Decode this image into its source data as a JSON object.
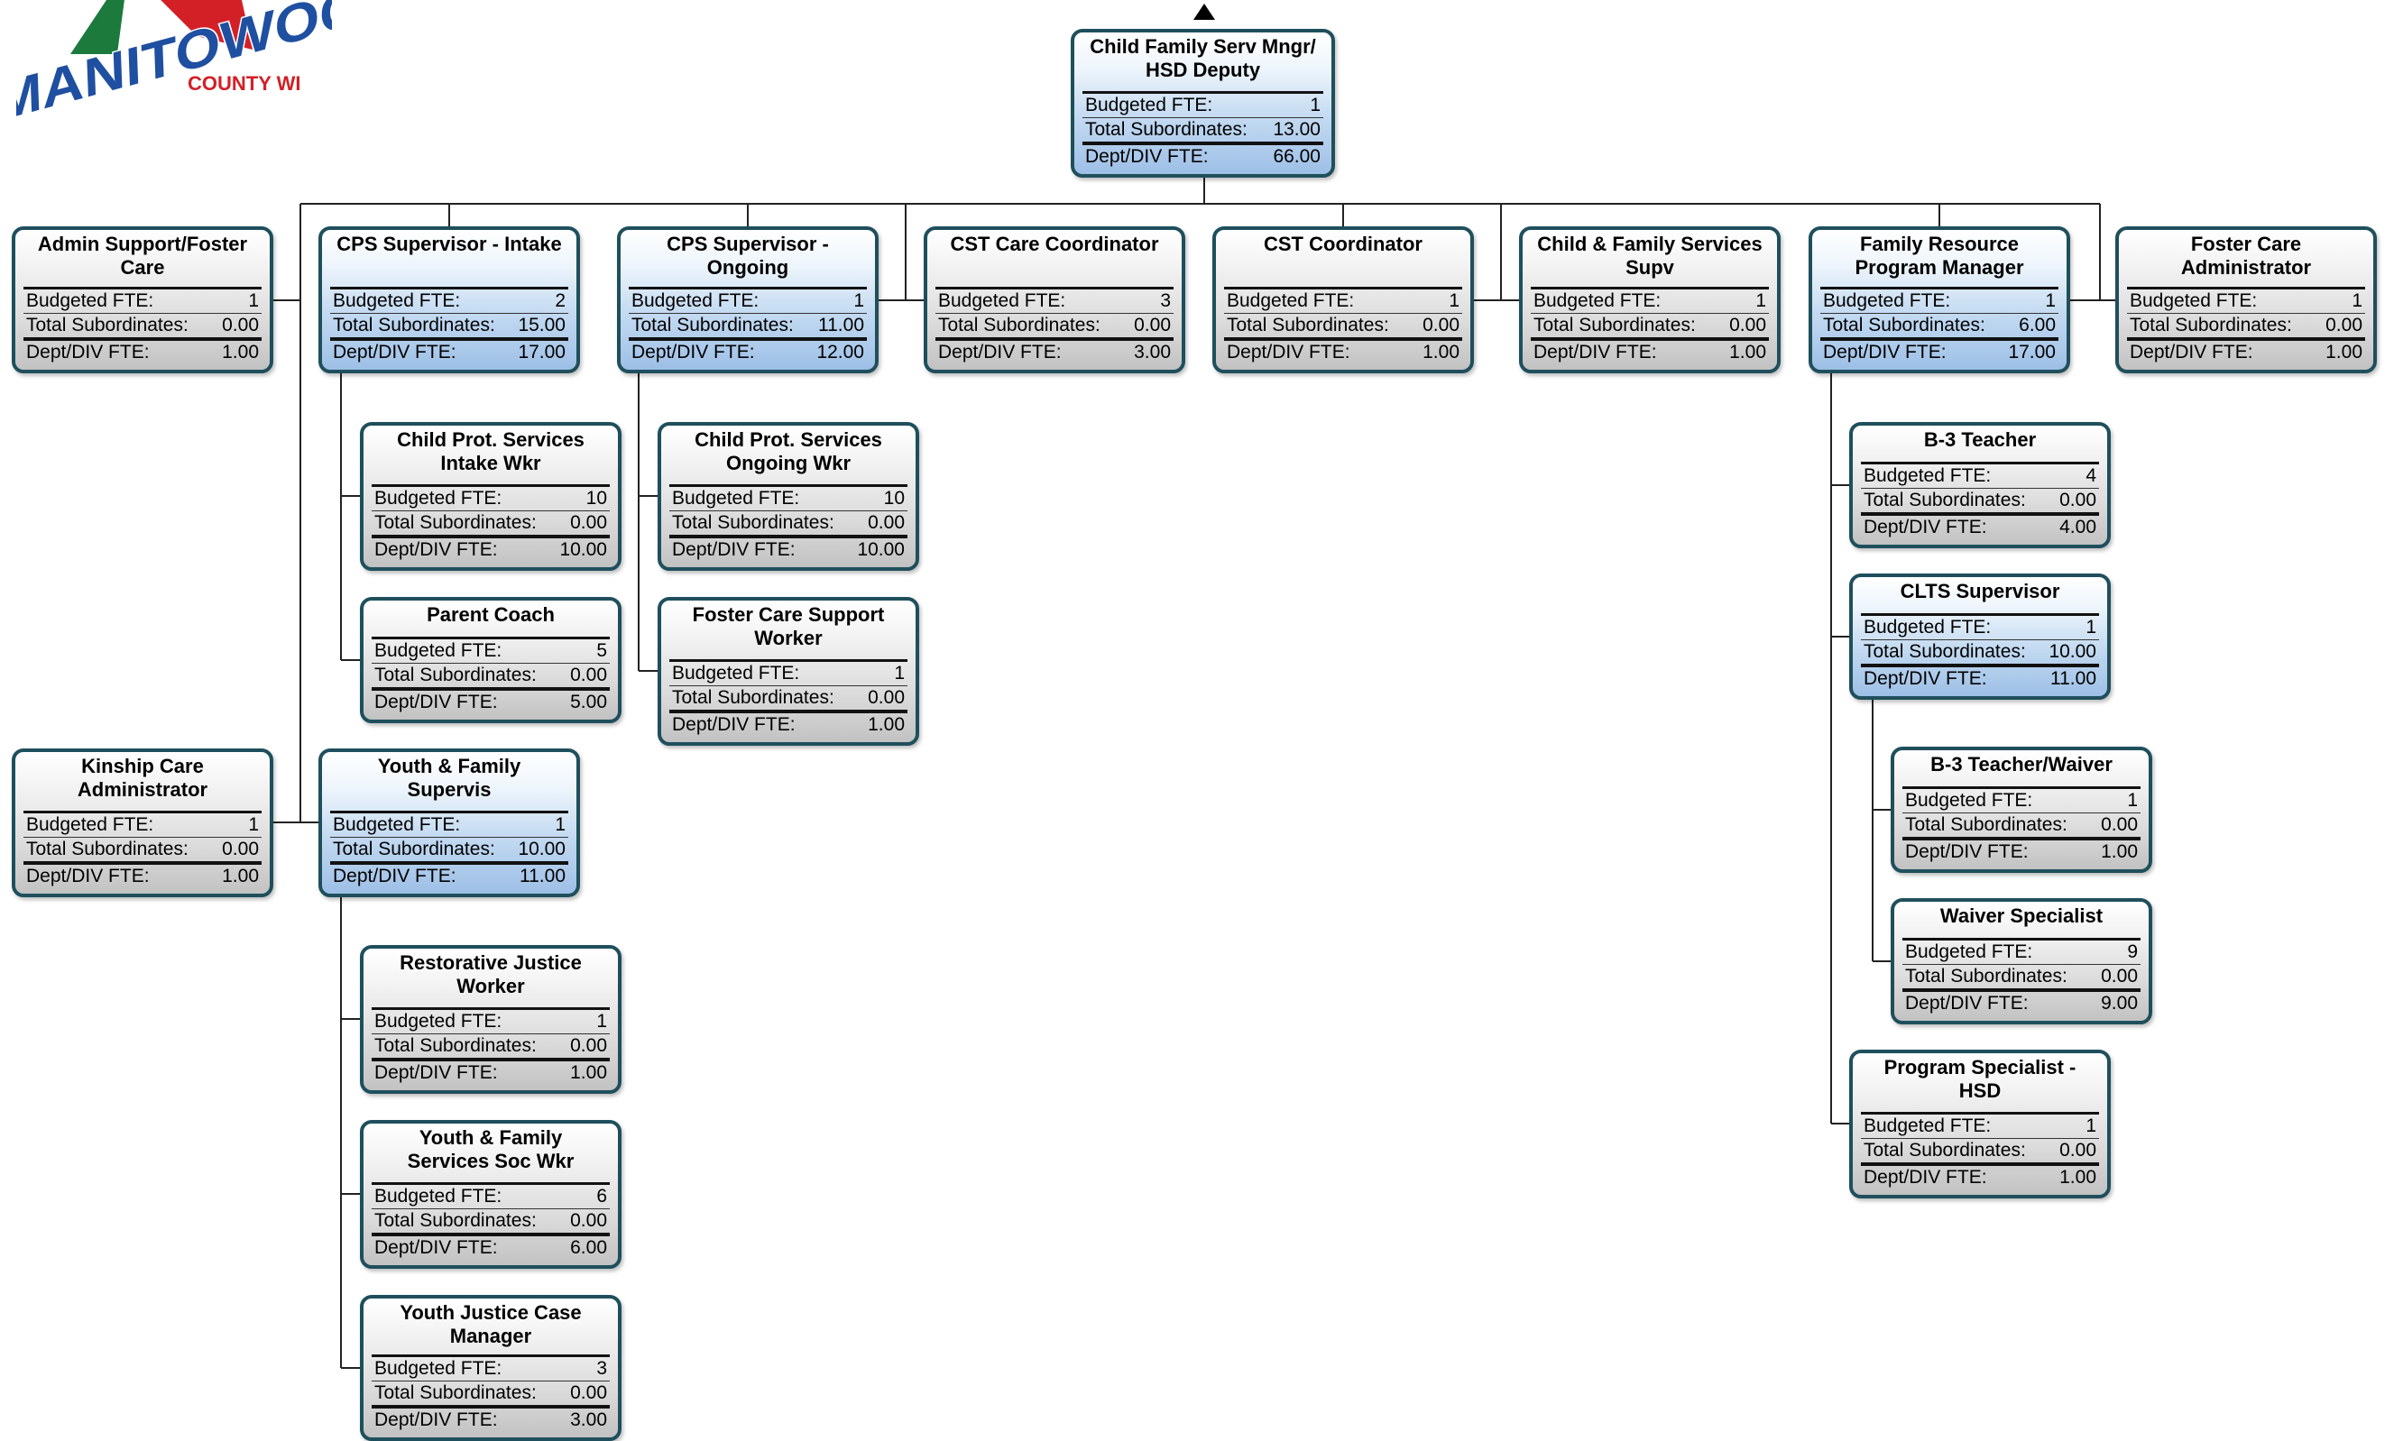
{
  "logo": {
    "name": "MANITOWOC",
    "subtitle": "COUNTY WI"
  },
  "labels": {
    "budgeted": "Budgeted FTE:",
    "subordinates": "Total Subordinates:",
    "dept": "Dept/DIV FTE:"
  },
  "colors": {
    "border": "#1f4f5c",
    "supervisor_fill": "#9dbfe6",
    "staff_fill": "#c2c2c2",
    "logo_red": "#d32027",
    "logo_green": "#1b7a3c",
    "logo_blue": "#1f4fa0"
  },
  "nodes": [
    {
      "id": "root",
      "title": "Child Family Serv Mngr/\nHSD Deputy",
      "budgeted": "1",
      "subordinates": "13.00",
      "dept": "66.00",
      "style": "blue"
    },
    {
      "id": "admin-support",
      "title": "Admin Support/Foster\nCare",
      "budgeted": "1",
      "subordinates": "0.00",
      "dept": "1.00",
      "style": "gray"
    },
    {
      "id": "cps-intake",
      "title": "CPS Supervisor - Intake",
      "budgeted": "2",
      "subordinates": "15.00",
      "dept": "17.00",
      "style": "blue"
    },
    {
      "id": "cps-ongoing",
      "title": "CPS Supervisor -\nOngoing",
      "budgeted": "1",
      "subordinates": "11.00",
      "dept": "12.00",
      "style": "blue"
    },
    {
      "id": "cst-care-coord",
      "title": "CST Care Coordinator",
      "budgeted": "3",
      "subordinates": "0.00",
      "dept": "3.00",
      "style": "gray"
    },
    {
      "id": "cst-coord",
      "title": "CST Coordinator",
      "budgeted": "1",
      "subordinates": "0.00",
      "dept": "1.00",
      "style": "gray"
    },
    {
      "id": "cfs-supv",
      "title": "Child & Family Services\nSupv",
      "budgeted": "1",
      "subordinates": "0.00",
      "dept": "1.00",
      "style": "gray"
    },
    {
      "id": "frpm",
      "title": "Family Resource\nProgram Manager",
      "budgeted": "1",
      "subordinates": "6.00",
      "dept": "17.00",
      "style": "blue"
    },
    {
      "id": "foster-admin",
      "title": "Foster Care\nAdministrator",
      "budgeted": "1",
      "subordinates": "0.00",
      "dept": "1.00",
      "style": "gray"
    },
    {
      "id": "cps-intake-wkr",
      "title": "Child Prot. Services\nIntake Wkr",
      "budgeted": "10",
      "subordinates": "0.00",
      "dept": "10.00",
      "style": "gray"
    },
    {
      "id": "parent-coach",
      "title": "Parent Coach",
      "budgeted": "5",
      "subordinates": "0.00",
      "dept": "5.00",
      "style": "gray"
    },
    {
      "id": "cps-ongoing-wkr",
      "title": "Child Prot. Services\nOngoing Wkr",
      "budgeted": "10",
      "subordinates": "0.00",
      "dept": "10.00",
      "style": "gray"
    },
    {
      "id": "foster-support",
      "title": "Foster Care Support\nWorker",
      "budgeted": "1",
      "subordinates": "0.00",
      "dept": "1.00",
      "style": "gray"
    },
    {
      "id": "kinship-admin",
      "title": "Kinship Care\nAdministrator",
      "budgeted": "1",
      "subordinates": "0.00",
      "dept": "1.00",
      "style": "gray"
    },
    {
      "id": "yf-supervis",
      "title": "Youth & Family\nSupervis",
      "budgeted": "1",
      "subordinates": "10.00",
      "dept": "11.00",
      "style": "blue"
    },
    {
      "id": "restorative",
      "title": "Restorative Justice\nWorker",
      "budgeted": "1",
      "subordinates": "0.00",
      "dept": "1.00",
      "style": "gray"
    },
    {
      "id": "yf-soc-wkr",
      "title": "Youth & Family\nServices Soc Wkr",
      "budgeted": "6",
      "subordinates": "0.00",
      "dept": "6.00",
      "style": "gray"
    },
    {
      "id": "yj-case-mgr",
      "title": "Youth Justice Case\nManager",
      "budgeted": "3",
      "subordinates": "0.00",
      "dept": "3.00",
      "style": "gray"
    },
    {
      "id": "b3-teacher",
      "title": "B-3 Teacher",
      "budgeted": "4",
      "subordinates": "0.00",
      "dept": "4.00",
      "style": "gray"
    },
    {
      "id": "clts-supervisor",
      "title": "CLTS Supervisor",
      "budgeted": "1",
      "subordinates": "10.00",
      "dept": "11.00",
      "style": "blue"
    },
    {
      "id": "b3-waiver",
      "title": "B-3 Teacher/Waiver",
      "budgeted": "1",
      "subordinates": "0.00",
      "dept": "1.00",
      "style": "gray"
    },
    {
      "id": "waiver-specialist",
      "title": "Waiver Specialist",
      "budgeted": "9",
      "subordinates": "0.00",
      "dept": "9.00",
      "style": "gray"
    },
    {
      "id": "program-specialist",
      "title": "Program Specialist  -\nHSD",
      "budgeted": "1",
      "subordinates": "0.00",
      "dept": "1.00",
      "style": "gray"
    }
  ]
}
